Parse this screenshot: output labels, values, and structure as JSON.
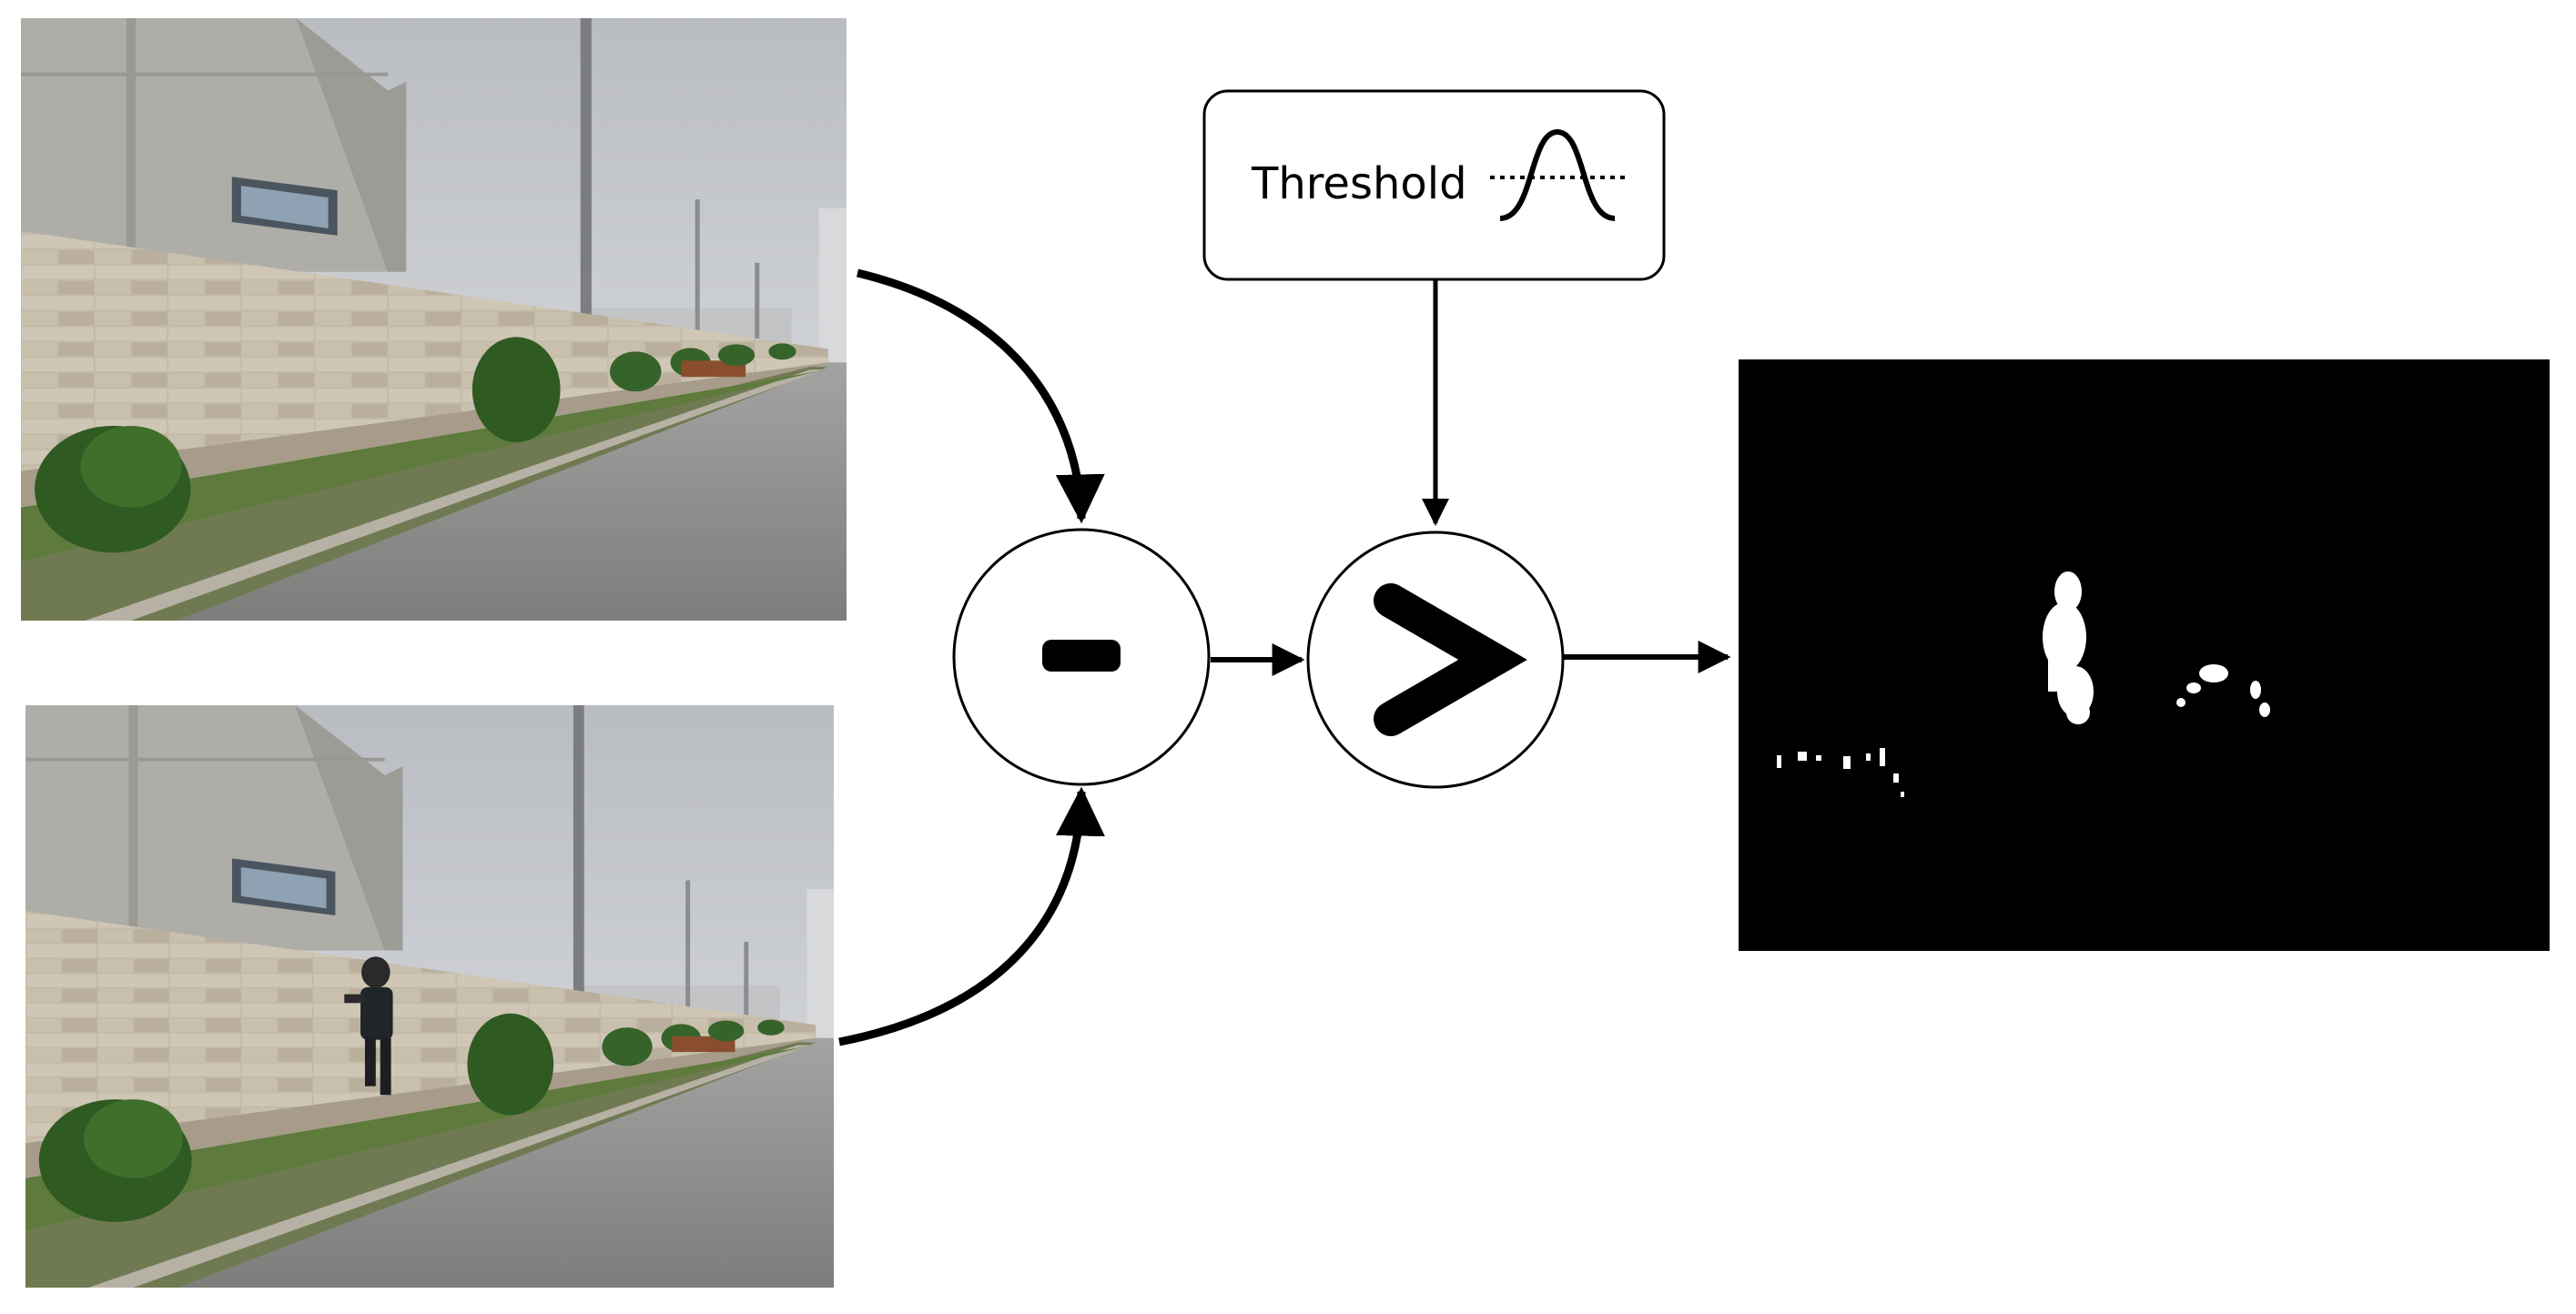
{
  "threshold_box": {
    "label": "Threshold"
  },
  "operators": {
    "subtract_symbol": "-",
    "compare_symbol": ">"
  },
  "images": {
    "background_frame": "background-frame-photo",
    "current_frame": "current-frame-photo",
    "result_mask": "binary-motion-mask"
  },
  "colors": {
    "line": "#000000",
    "mask_background": "#000000",
    "mask_blob": "#ffffff",
    "sky": "#c9ccd0",
    "building": "#b3b2ad",
    "wall": "#bfb5a3",
    "road": "#8a8a88",
    "grass": "#5c7a3a",
    "bush": "#2f5a22"
  }
}
